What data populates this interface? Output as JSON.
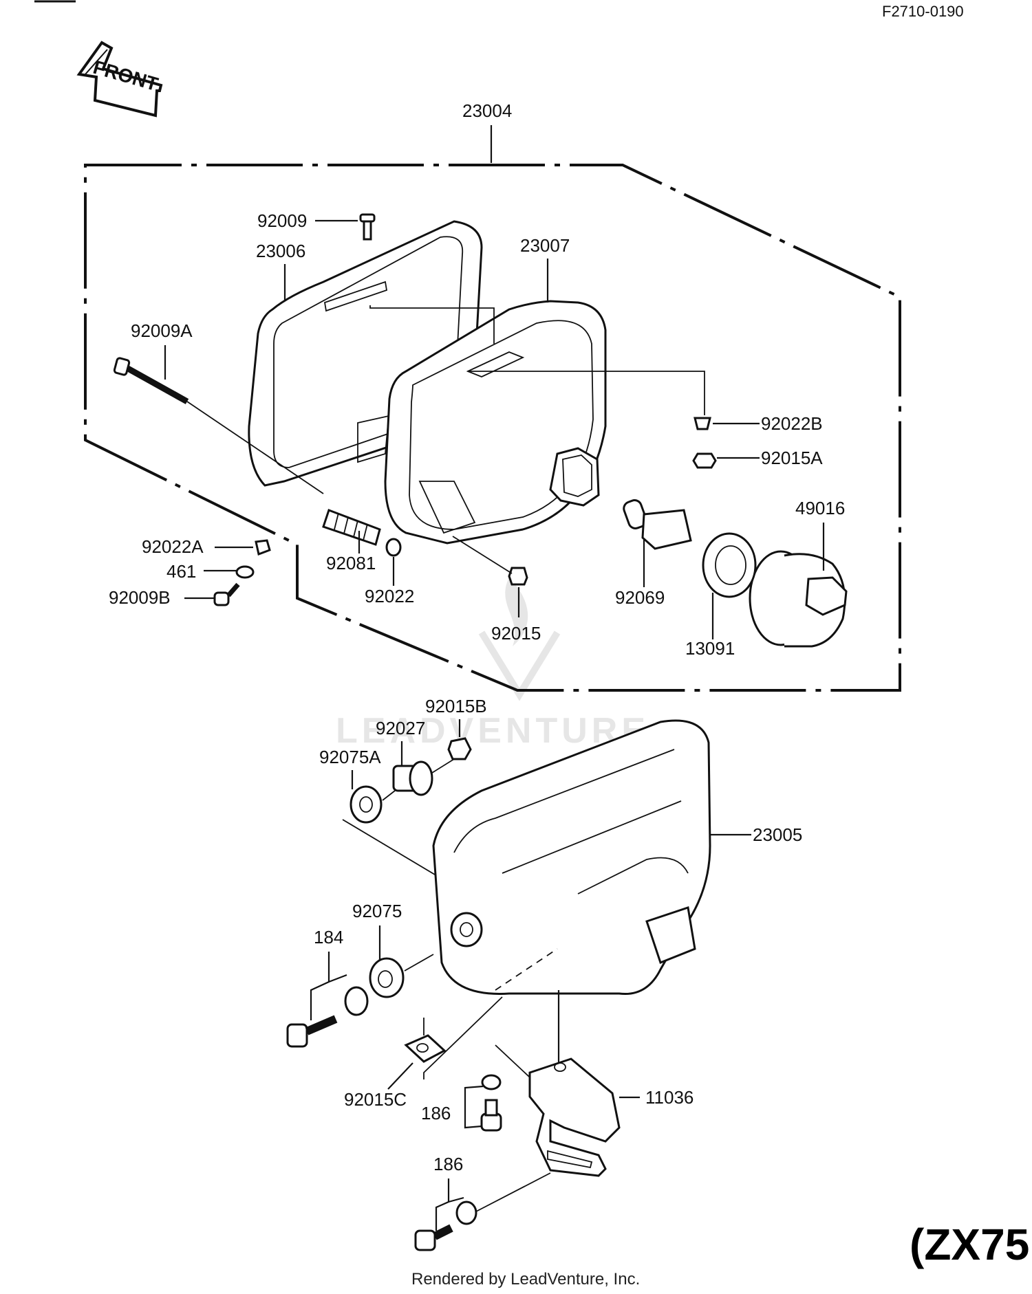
{
  "header": {
    "diagram_code": "F2710-0190"
  },
  "front_arrow": {
    "label": "FRONT"
  },
  "assembly_label": "23004",
  "parts": {
    "p92009": "92009",
    "p23006": "23006",
    "p23007": "23007",
    "p92009A": "92009A",
    "p92022B": "92022B",
    "p92015A": "92015A",
    "p49016": "49016",
    "p92022A": "92022A",
    "p461": "461",
    "p92009B": "92009B",
    "p92081": "92081",
    "p92022": "92022",
    "p92015": "92015",
    "p92069": "92069",
    "p13091": "13091",
    "p92015B": "92015B",
    "p92027": "92027",
    "p92075A": "92075A",
    "p23005": "23005",
    "p92075": "92075",
    "p184": "184",
    "p92015C": "92015C",
    "p186a": "186",
    "p11036": "11036",
    "p186b": "186"
  },
  "model_label": "(ZX75",
  "watermark": "LEADVENTURE",
  "footer": "Rendered by LeadVenture, Inc."
}
